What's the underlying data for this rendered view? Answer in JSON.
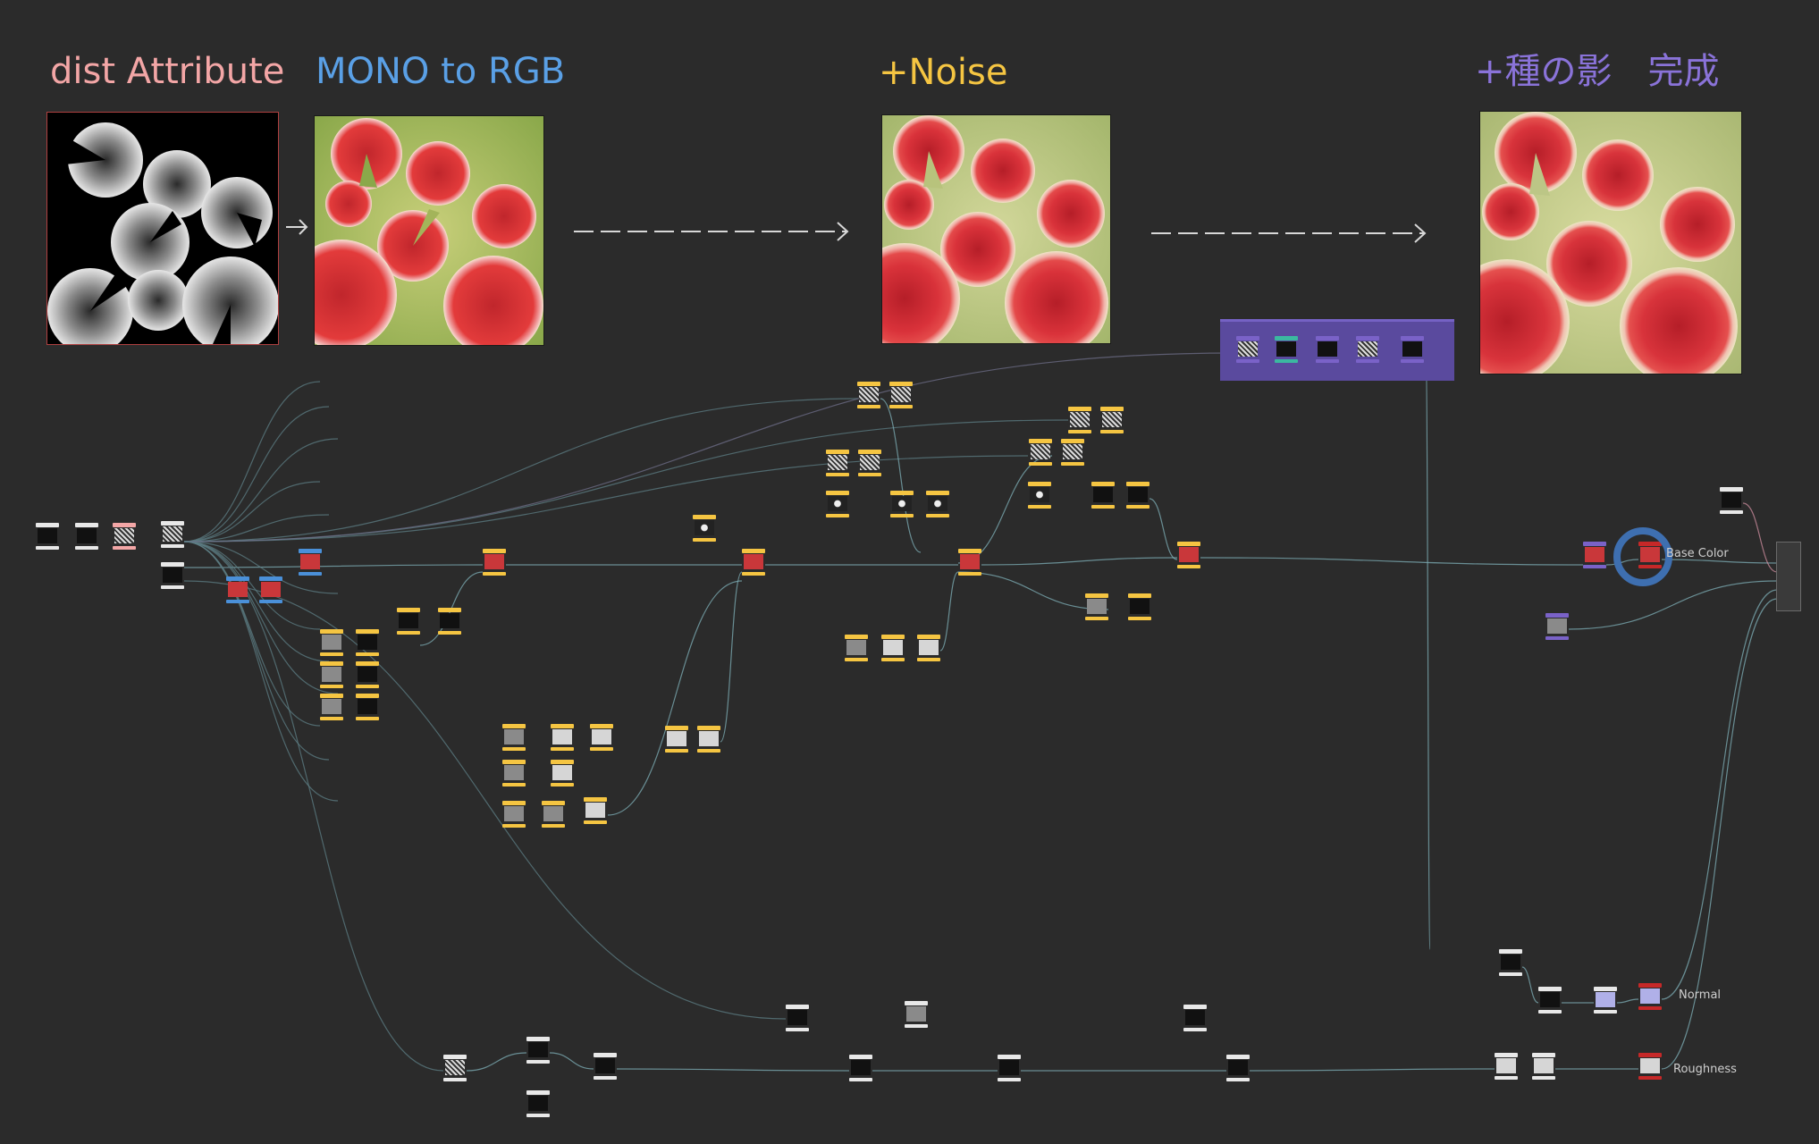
{
  "headings": {
    "dist_attribute": "dist Attribute",
    "mono_to_rgb": "MONO to RGB",
    "noise": "+Noise",
    "seed_shadow": "+種の影　完成"
  },
  "colors": {
    "background": "#2b2b2b",
    "dist_attribute": "#f3a6a6",
    "mono_to_rgb": "#5aa0e6",
    "noise": "#f5c542",
    "seed_shadow": "#8a73d9",
    "node_yellow": "#f5c542",
    "node_blue": "#4a90d9",
    "node_purple": "#7a62c8",
    "node_green": "#3bb8a0",
    "node_red": "#c62828",
    "node_white": "#e8e8e8",
    "wire": "#7fb0b8",
    "arrow": "#d8d8d8"
  },
  "output_ports": {
    "base_color": "Base Color",
    "normal": "Normal",
    "roughness": "Roughness"
  }
}
